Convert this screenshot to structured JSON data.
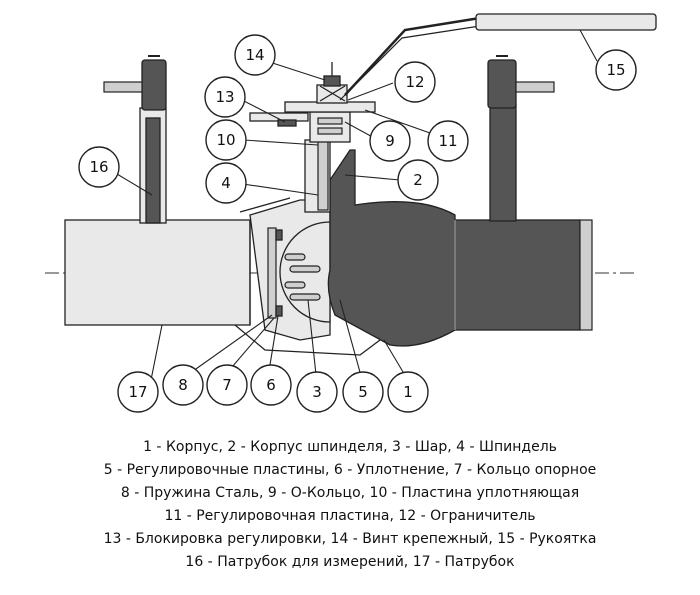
{
  "callouts": [
    {
      "id": "1",
      "label": "1"
    },
    {
      "id": "2",
      "label": "2"
    },
    {
      "id": "3",
      "label": "3"
    },
    {
      "id": "4",
      "label": "4"
    },
    {
      "id": "5",
      "label": "5"
    },
    {
      "id": "6",
      "label": "6"
    },
    {
      "id": "7",
      "label": "7"
    },
    {
      "id": "8",
      "label": "8"
    },
    {
      "id": "9",
      "label": "9"
    },
    {
      "id": "10",
      "label": "10"
    },
    {
      "id": "11",
      "label": "11"
    },
    {
      "id": "12",
      "label": "12"
    },
    {
      "id": "13",
      "label": "13"
    },
    {
      "id": "14",
      "label": "14"
    },
    {
      "id": "15",
      "label": "15"
    },
    {
      "id": "16",
      "label": "16"
    },
    {
      "id": "17",
      "label": "17"
    }
  ],
  "legend": [
    "1 - Корпус, 2 - Корпус шпинделя, 3 - Шар, 4 - Шпиндель",
    "5 - Регулировочные пластины, 6 - Уплотнение, 7 - Кольцо опорное",
    "8 - Пружина  Сталь, 9 - О-Кольцо, 10 - Пластина уплотняющая",
    "11 - Регулировочная пластина, 12 - Ограничитель",
    "13 - Блокировка регулировки, 14 - Винт крепежный, 15 - Рукоятка",
    "16 - Патрубок для измерений, 17 - Патрубок"
  ]
}
